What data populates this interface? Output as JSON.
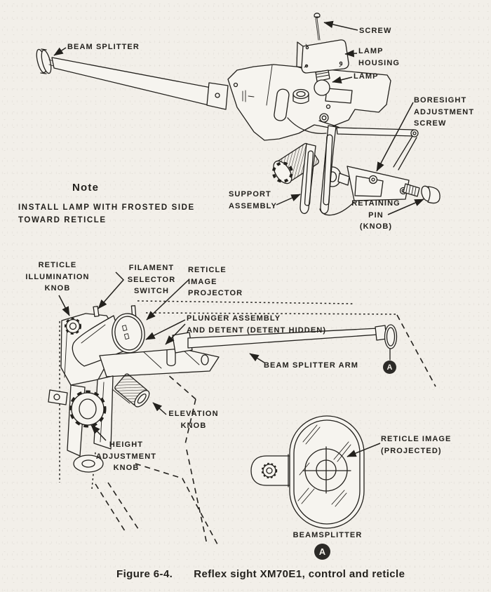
{
  "colors": {
    "paper": "#f2efe9",
    "ink": "#23211d"
  },
  "labels": {
    "beam_splitter": "BEAM SPLITTER",
    "screw": "SCREW",
    "lamp_housing": "LAMP\nHOUSING",
    "lamp": "LAMP",
    "boresight_adjustment_screw": "BORESIGHT\nADJUSTMENT\nSCREW",
    "support_assembly": "SUPPORT\nASSEMBLY",
    "retaining_pin": "RETAINING\nPIN\n(KNOB)",
    "reticle_illumination_knob": "RETICLE\nILLUMINATION\nKNOB",
    "filament_selector_switch": "FILAMENT\nSELECTOR\nSWITCH",
    "reticle_image_projector": "RETICLE\nIMAGE\nPROJECTOR",
    "plunger_assembly": "PLUNGER ASSEMBLY\nAND DETENT (DETENT HIDDEN)",
    "beam_splitter_arm": "BEAM SPLITTER ARM",
    "elevation_knob": "ELEVATION\nKNOB",
    "height_adjustment_knob": "HEIGHT\nADJUSTMENT\nKNOB",
    "reticle_image_projected": "RETICLE IMAGE\n(PROJECTED)",
    "beamsplitter": "BEAMSPLITTER"
  },
  "markers": {
    "a": "A"
  },
  "note": {
    "title": "Note",
    "body": "INSTALL LAMP WITH FROSTED SIDE\nTOWARD RETICLE"
  },
  "caption": {
    "number": "Figure 6-4.",
    "title": "Reflex sight XM70E1, control and reticle"
  }
}
